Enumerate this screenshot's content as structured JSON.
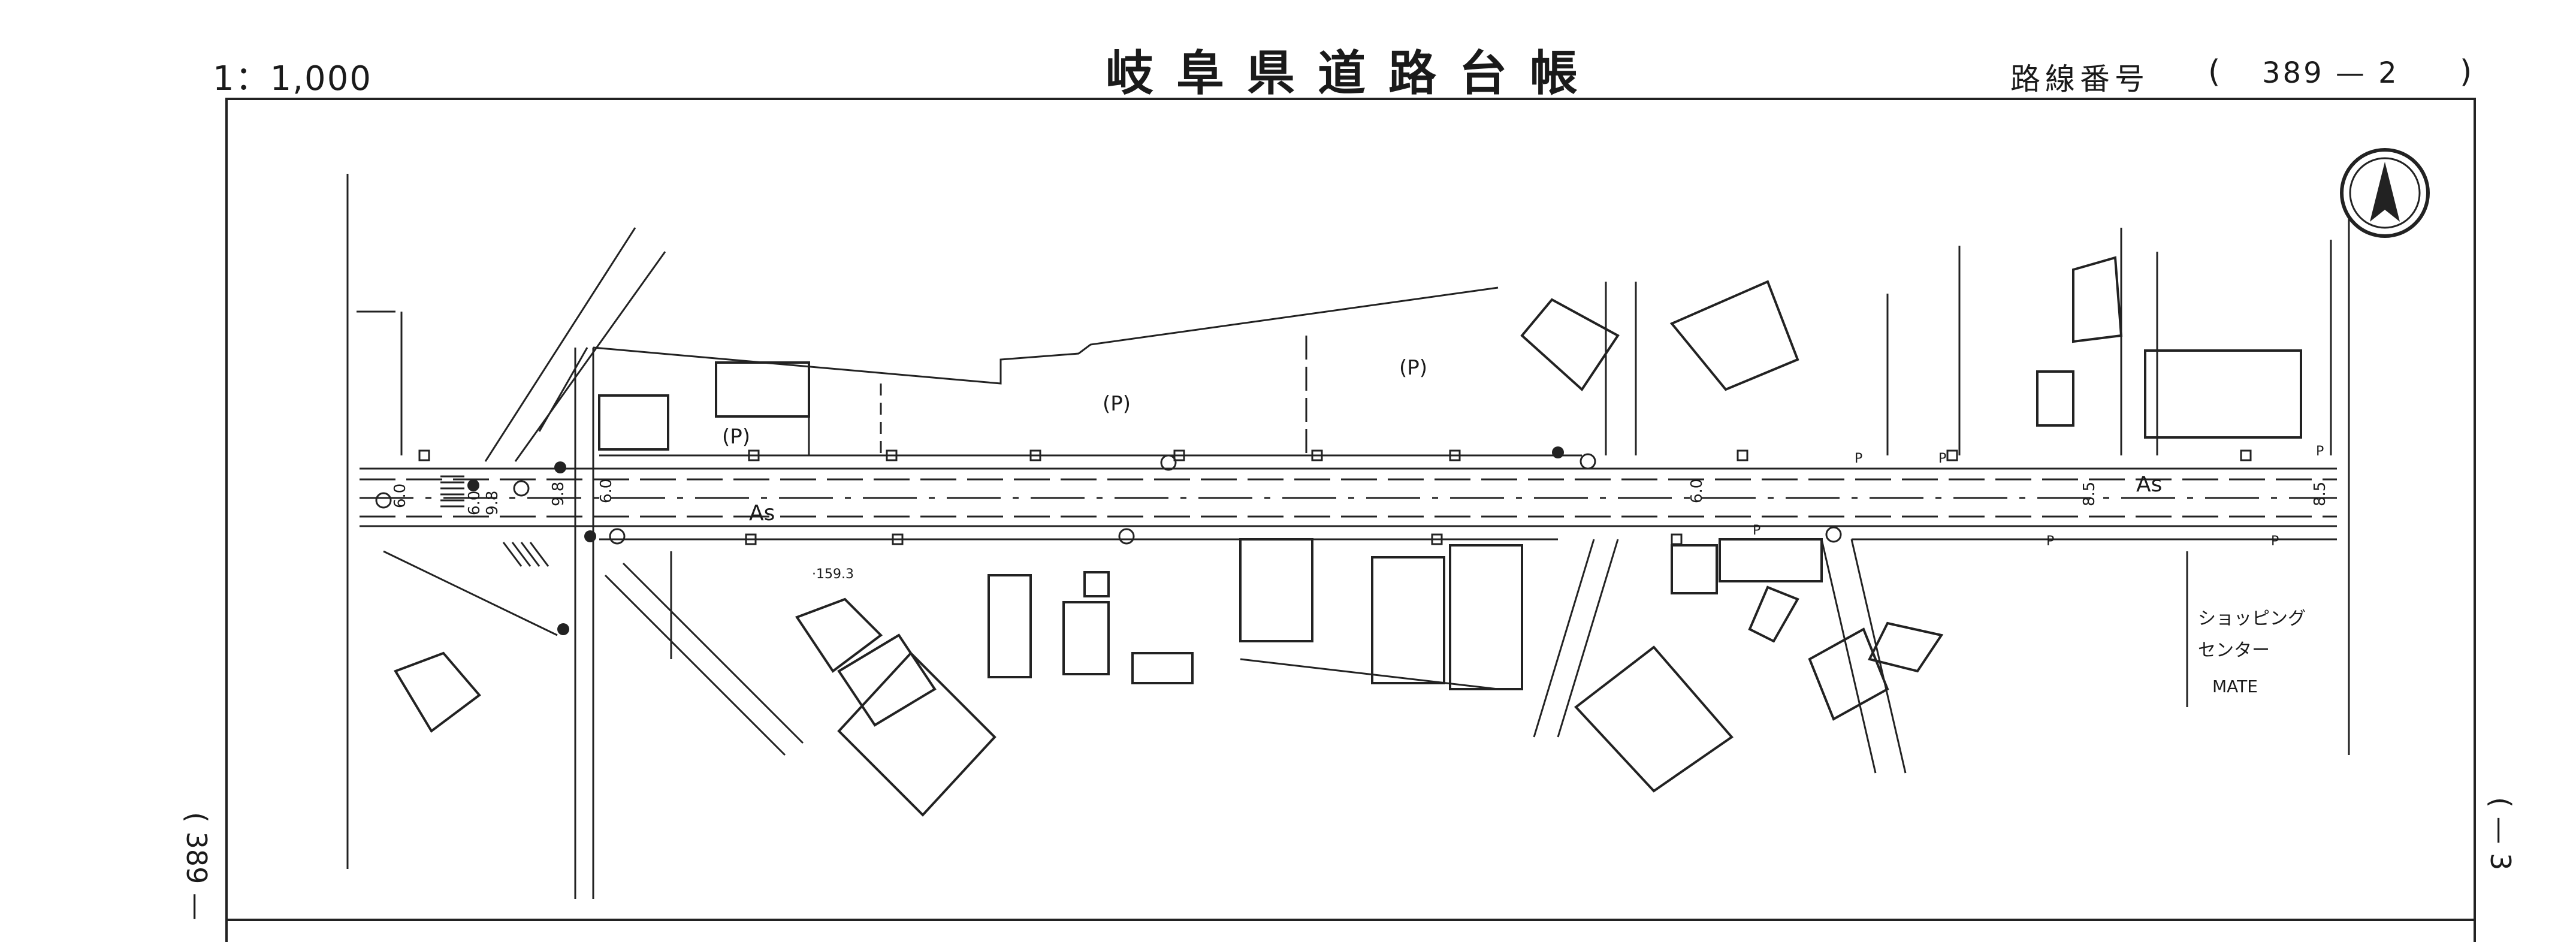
{
  "header": {
    "scale": "1：1,000",
    "title": "岐阜県道路台帳",
    "route_label": "路線番号",
    "route_open": "(",
    "route_number": "389 — 2",
    "route_close": ")"
  },
  "side": {
    "left": "(   389 —",
    "right": "(   — 3"
  },
  "map": {
    "parking_labels": [
      "(P)",
      "(P)",
      "(P)"
    ],
    "surface_labels": [
      "As",
      "As"
    ],
    "widths": [
      "6.0",
      "6.0",
      "9.8",
      "9.8",
      "6.0",
      "6.0",
      "8.5",
      "8.5"
    ],
    "elevation": "·159.3",
    "shop_name": [
      "ショッピング",
      "センター",
      "MATE"
    ],
    "p_marks": [
      "P",
      "P",
      "P",
      "P",
      "P",
      "P"
    ],
    "north_arrow": "north-arrow-icon"
  }
}
